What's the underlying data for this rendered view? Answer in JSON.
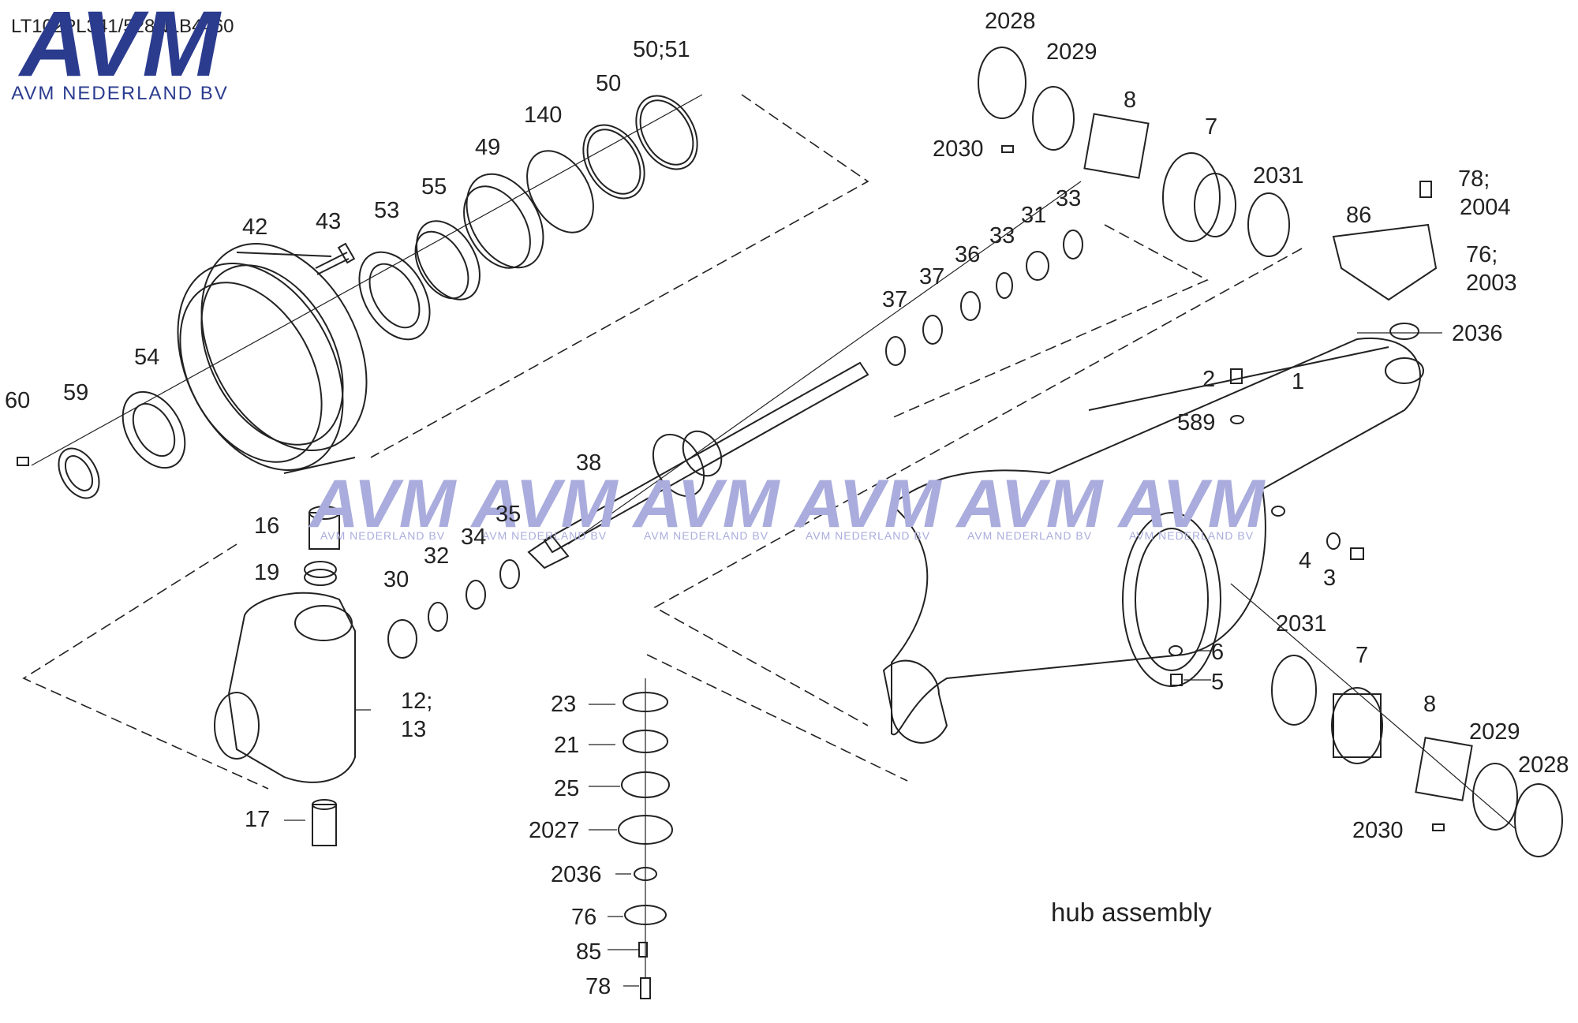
{
  "header": {
    "doc_code": "LT102PL341/528NLB4460"
  },
  "brand": {
    "logo_text": "AVM",
    "company": "AVM NEDERLAND BV",
    "color": "#2b3c8f"
  },
  "watermark": {
    "logo_text": "AVM",
    "company": "AVM NEDERLAND BV",
    "color": "#a9acdc"
  },
  "caption": "hub assembly",
  "callouts": {
    "n60": "60",
    "n59": "59",
    "n54": "54",
    "n42": "42",
    "n43": "43",
    "n53": "53",
    "n55": "55",
    "n49": "49",
    "n140": "140",
    "n50": "50",
    "n50_51": "50;51",
    "n16": "16",
    "n19": "19",
    "n30": "30",
    "n32": "32",
    "n34": "34",
    "n35": "35",
    "n38": "38",
    "n12_13a": "12;",
    "n12_13b": "13",
    "n17": "17",
    "n37a": "37",
    "n37b": "37",
    "n36": "36",
    "n33a": "33",
    "n31": "31",
    "n33b": "33",
    "n2028a": "2028",
    "n2029a": "2029",
    "n8a": "8",
    "n2030a": "2030",
    "n7a": "7",
    "n2031a": "2031",
    "n86": "86",
    "n78_2004a": "78;",
    "n78_2004b": "2004",
    "n76_2003a": "76;",
    "n76_2003b": "2003",
    "n2036a": "2036",
    "n2": "2",
    "n1": "1",
    "n589": "589",
    "n4": "4",
    "n3": "3",
    "n6": "6",
    "n5": "5",
    "n2031b": "2031",
    "n7b": "7",
    "n8b": "8",
    "n2029b": "2029",
    "n2028b": "2028",
    "n2030b": "2030",
    "n23": "23",
    "n21": "21",
    "n25": "25",
    "n2027": "2027",
    "n2036b": "2036",
    "n76": "76",
    "n85": "85",
    "n78": "78"
  }
}
